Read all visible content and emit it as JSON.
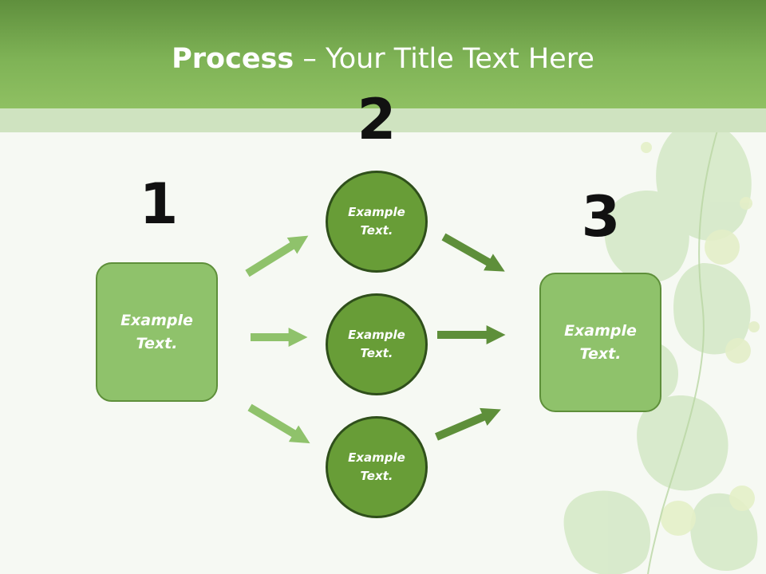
{
  "title": {
    "bold": "Process",
    "rest": " – Your Title Text Here"
  },
  "steps": [
    {
      "number": "1",
      "text": "Example Text."
    },
    {
      "number": "2",
      "items": [
        "Example Text.",
        "Example Text.",
        "Example Text."
      ]
    },
    {
      "number": "3",
      "text": "Example Text."
    }
  ],
  "colors": {
    "header": "#7fb356",
    "box_fill": "#8fc26b",
    "circle_fill": "#689d37",
    "arrow_light": "#8fc26b",
    "arrow_dark": "#5e8f3a"
  }
}
